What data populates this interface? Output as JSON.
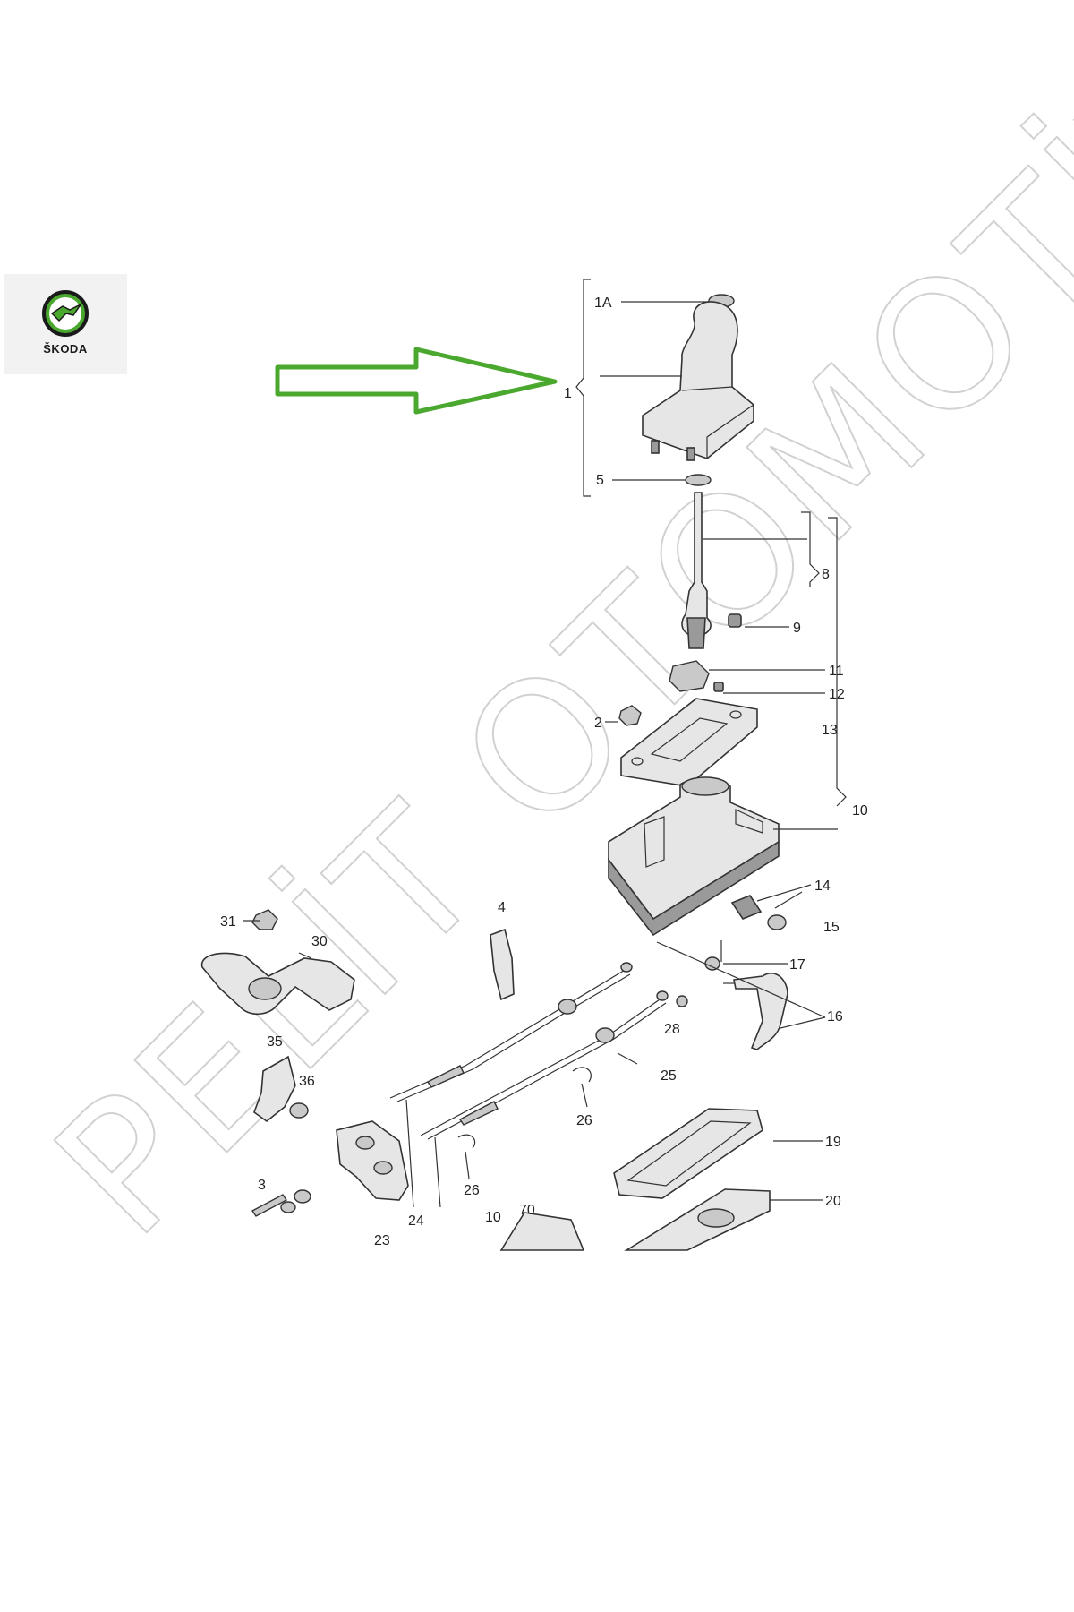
{
  "brand": {
    "name": "ŠKODA",
    "logo_icon": "skoda-arrow-logo-icon",
    "color": "#4ba82e"
  },
  "indicator_arrow": {
    "color": "#4ba82e",
    "points_to": "1"
  },
  "watermark": "PELİT OTOMOTİV",
  "callouts": {
    "c1A": "1A",
    "c1": "1",
    "c5": "5",
    "c8": "8",
    "c9": "9",
    "c11": "11",
    "c12": "12",
    "c2": "2",
    "c13": "13",
    "c10a": "10",
    "c14": "14",
    "c15": "15",
    "c17": "17",
    "c16": "16",
    "c4": "4",
    "c31": "31",
    "c30": "30",
    "c28": "28",
    "c25": "25",
    "c35": "35",
    "c36": "36",
    "c26a": "26",
    "c26b": "26",
    "c19": "19",
    "c20": "20",
    "c3": "3",
    "c24": "24",
    "c10b": "10",
    "c70": "70",
    "c23": "23"
  }
}
